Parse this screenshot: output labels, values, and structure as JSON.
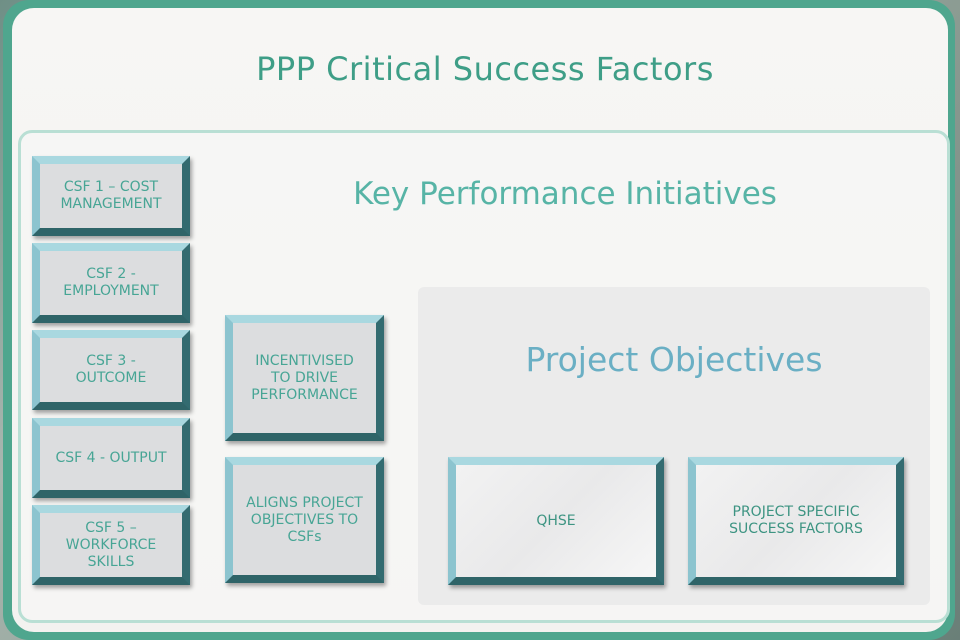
{
  "page": {
    "title": "PPP Critical Success Factors"
  },
  "kpi": {
    "title": "Key Performance Initiatives",
    "items": [
      {
        "label": "INCENTIVISED\nTO DRIVE\nPERFORMANCE"
      },
      {
        "label": "ALIGNS PROJECT\nOBJECTIVES TO\nCSFs"
      }
    ]
  },
  "csf": {
    "items": [
      {
        "label": "CSF 1 – COST\nMANAGEMENT"
      },
      {
        "label": "CSF 2 -\nEMPLOYMENT"
      },
      {
        "label": "CSF 3 -\nOUTCOME"
      },
      {
        "label": "CSF 4 - OUTPUT"
      },
      {
        "label": "CSF 5 –\nWORKFORCE\nSKILLS"
      }
    ]
  },
  "objectives": {
    "title": "Project Objectives",
    "items": [
      {
        "label": "QHSE"
      },
      {
        "label": "PROJECT SPECIFIC\nSUCCESS FACTORS"
      }
    ]
  },
  "colors": {
    "frame": "#4fa68e",
    "title": "#3e9e87",
    "kpi_title": "#57b4a6",
    "objectives_title": "#6aafc4",
    "box_text": "#47a595",
    "bevel_light": "#a9d8e0",
    "bevel_dark": "#2f6468"
  }
}
